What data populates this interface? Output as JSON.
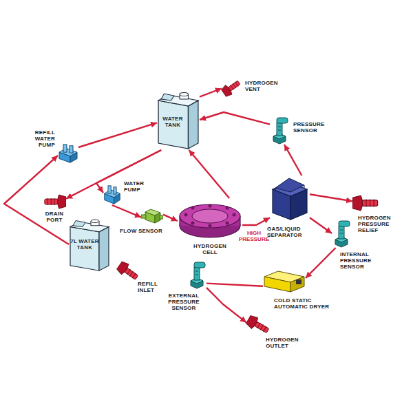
{
  "diagram": {
    "nodes": [
      {
        "text": [
          "WATER TANK"
        ]
      },
      {
        "text": [
          "HYDROGEN VENT"
        ]
      },
      {
        "text": [
          "PRESSURE SENSOR"
        ]
      },
      {
        "text": [
          "REFILL WATER PUMP"
        ]
      },
      {
        "text": [
          "DRAIN PORT"
        ]
      },
      {
        "text": [
          "WATER PUMP"
        ]
      },
      {
        "text": [
          "FLOW SENSOR"
        ]
      },
      {
        "text": [
          "HYDROGEN CELL"
        ]
      },
      {
        "text": [
          "GAS/LIQUID SEPARATOR"
        ]
      },
      {
        "text": [
          "HYDROGEN PRESSURE RELIEF"
        ]
      },
      {
        "text": [
          "7L WATER TANK"
        ]
      },
      {
        "text": [
          "REFILL INLET"
        ]
      },
      {
        "text": [
          "INTERNAL PRESSURE SENSOR"
        ]
      },
      {
        "text": [
          "EXTERNAL PRESSURE SENSOR"
        ]
      },
      {
        "text": [
          "COLD STATIC AUTOMATIC DRYER"
        ]
      },
      {
        "text": [
          "HYDROGEN OUTLET"
        ]
      }
    ],
    "edges": [
      {
        "from": 3,
        "to": 0,
        "arrow": "to"
      },
      {
        "from": 10,
        "to": 3,
        "arrow": "to"
      },
      {
        "from": 0,
        "to": 4,
        "arrow": "to"
      },
      {
        "from": 0,
        "to": 5,
        "arrow": "to"
      },
      {
        "from": 5,
        "to": 6,
        "arrow": "to"
      },
      {
        "from": 6,
        "to": 7,
        "arrow": "to"
      },
      {
        "from": 7,
        "to": 0,
        "arrow": "to"
      },
      {
        "from": 7,
        "to": 8,
        "label": "HIGH PRESSURE",
        "arrow": "to"
      },
      {
        "from": 8,
        "to": 2,
        "arrow": "to"
      },
      {
        "from": 2,
        "to": 0,
        "arrow": "to"
      },
      {
        "from": 0,
        "to": 1,
        "arrow": "to"
      },
      {
        "from": 8,
        "to": 9,
        "arrow": "to"
      },
      {
        "from": 8,
        "to": 12,
        "arrow": "to"
      },
      {
        "from": 12,
        "to": 14,
        "arrow": "to"
      },
      {
        "from": 14,
        "to": 13,
        "arrow": "none"
      },
      {
        "from": 13,
        "to": 15,
        "arrow": "to"
      }
    ]
  }
}
